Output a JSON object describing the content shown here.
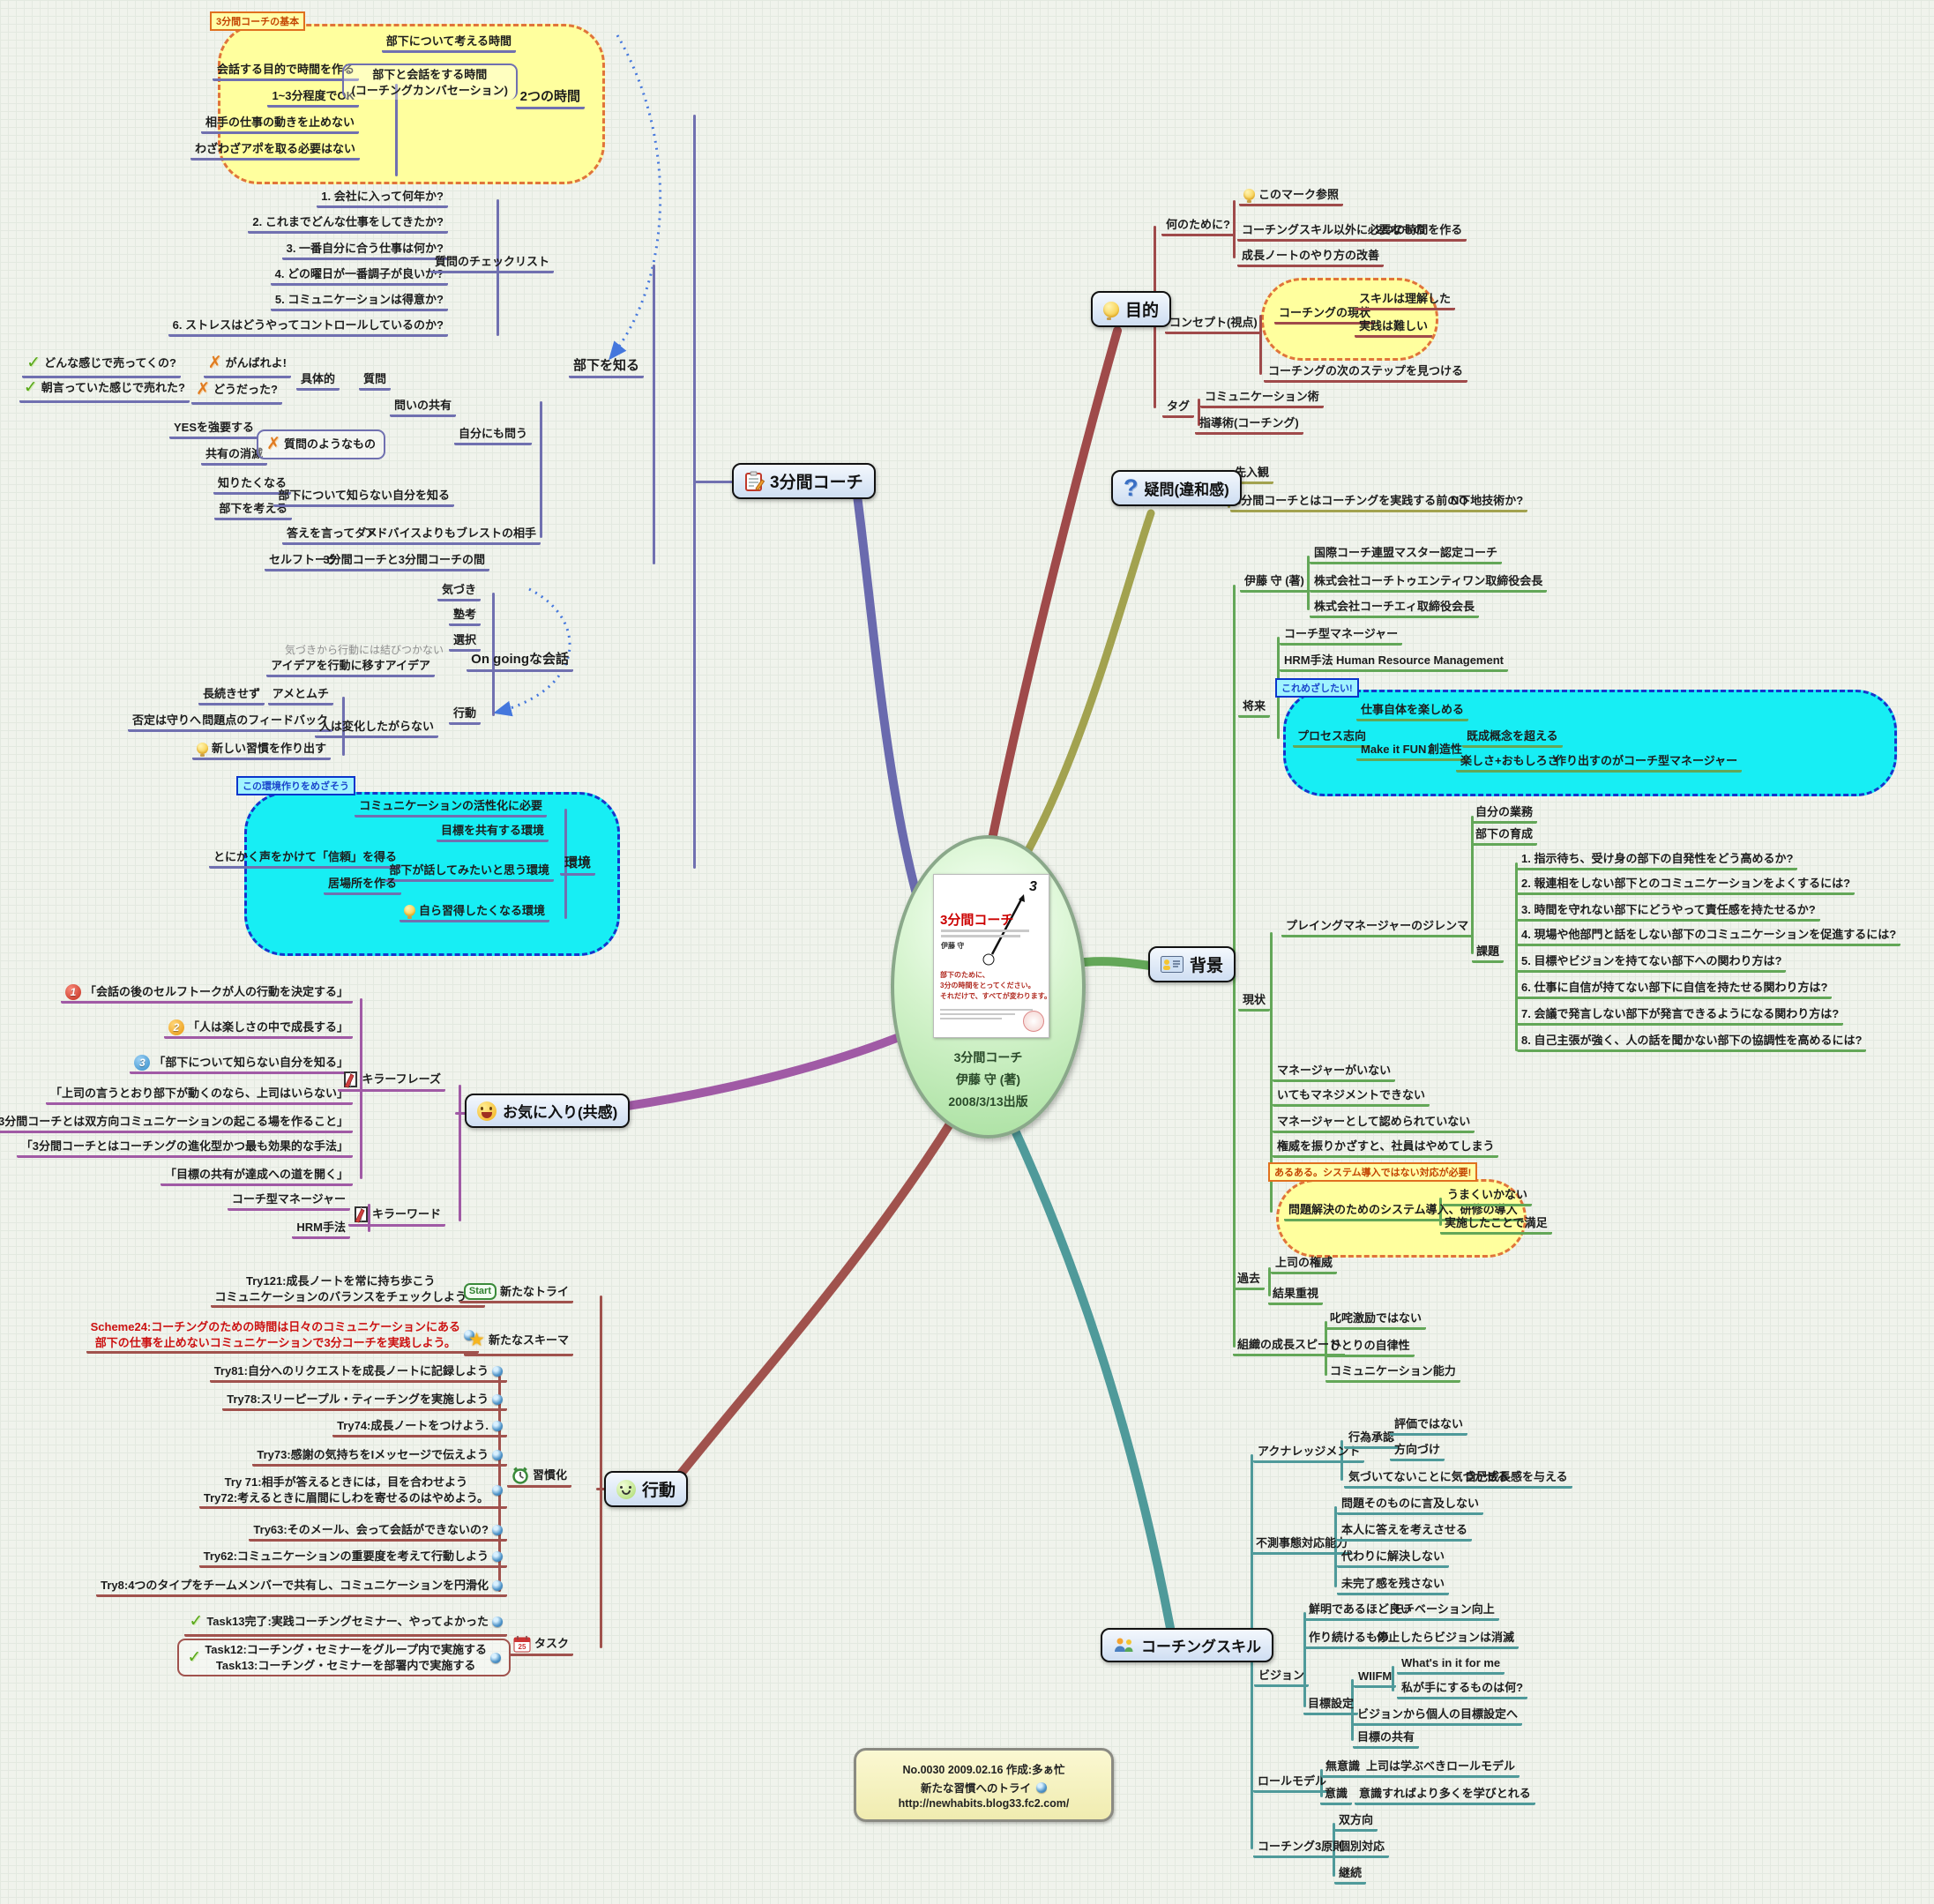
{
  "center": {
    "book": {
      "title": "3分間コーチ",
      "author": "伊藤 守",
      "copy": "部下のために、\n3分の時間をとってください。\nそれだけで、すべてが変わります。",
      "dial": "3"
    },
    "caption": [
      "3分間コーチ",
      "伊藤 守 (著)",
      "2008/3/13出版"
    ]
  },
  "c3": {
    "label": "3分間コーチ",
    "basics_tag": "3分間コーチの基本",
    "think_time": "部下について考える時間",
    "make_time": "会話する目的で時間を作る",
    "ok13": "1~3分程度でOK",
    "dont_stop": "相手の仕事の動きを止めない",
    "no_appo": "わざわざアポを取る必要はない",
    "talk_time": "部下と会話をする時間\n(コーチングカンバセーション)",
    "two_times": "2つの時間",
    "checklist": [
      "1. 会社に入って何年か?",
      "2. これまでどんな仕事をしてきたか?",
      "3. 一番自分に合う仕事は何か?",
      "4. どの曜日が一番調子が良いか?",
      "5. コミュニケーションは得意か?",
      "6. ストレスはどうやってコントロールしているのか?"
    ],
    "checklist_label": "質問のチェックリスト",
    "know_sub": "部下を知る",
    "good1": "どんな感じで売ってくの?",
    "bad1": "がんばれよ!",
    "good2": "朝言っていた感じで売れた?",
    "bad2": "どうだった?",
    "concrete": "具体的",
    "question": "質問",
    "share_q": "問いの共有",
    "ask_self": "自分にも問う",
    "force_yes": "YESを強要する",
    "lose_share": "共有の消滅",
    "like_q": "質問のようなもの",
    "want_know": "知りたくなる",
    "think_sub": "部下を考える",
    "know_self": "部下について知らない自分を知る",
    "no_answer": "答えを言ってダメ",
    "brainstorm": "アドバイスよりもブレストの相手",
    "selftalk": "セルフトーク",
    "between": "3分間コーチと3分間コーチの間",
    "aware": "気づき",
    "ponder": "塾考",
    "choice": "選択",
    "no_action": "気づきから行動には結びつかない",
    "idea": "アイデアを行動に移すアイデア",
    "ongoing": "On goingな会話",
    "not_last": "長続きせず",
    "carrot": "アメとムチ",
    "defense": "否定は守りへ",
    "feedback": "問題点のフィードバック",
    "new_habit": "新しい習慣を作り出す",
    "no_change": "人は変化したがらない",
    "action": "行動",
    "env_tag": "この環境作りをめざそう",
    "env_active": "コミュニケーションの活性化に必要",
    "env_goal": "目標を共有する環境",
    "env_trust": "とにかく声をかけて「信頼」を得る",
    "env_talk": "部下が話してみたいと思う環境",
    "env_place": "居場所を作る",
    "env_self": "自ら習得したくなる環境",
    "env": "環境"
  },
  "mk": {
    "label": "目的",
    "mark": "このマーク参照",
    "why": "何のために?",
    "other_skill": "コーチングスキル以外に必要なもの",
    "make_two": "2つの時間を作る",
    "note_improve": "成長ノートのやり方の改善",
    "concept": "コンセプト(視点)",
    "current": "コーチングの現状",
    "skill_ok": "スキルは理解した",
    "practice_hard": "実践は難しい",
    "next_step": "コーチングの次のステップを見つける",
    "tag": "タグ",
    "tag1": "コミュニケーション術",
    "tag2": "指導術(コーチング)"
  },
  "gm": {
    "label": "疑問(違和感)",
    "prejudice": "先入観",
    "q": "3分間コーチとはコーチングを実践する前の下地技術か?",
    "no": "NO"
  },
  "hk": {
    "label": "背景",
    "author": "伊藤 守 (著)",
    "a1": "国際コーチ連盟マスター認定コーチ",
    "a2": "株式会社コーチトゥエンティワン取締役会長",
    "a3": "株式会社コーチエィ取締役会長",
    "future": "将来",
    "coach_mgr": "コーチ型マネージャー",
    "hrm": "HRM手法",
    "hrm_full": "Human Resource Management",
    "aim_tag": "これめざしたい!",
    "process": "プロセス志向",
    "enjoy": "仕事自体を楽しめる",
    "fun": "Make it FUN",
    "creative": "創造性",
    "beyond": "既成概念を超える",
    "fun2": "楽しさ+おもしろさ",
    "create_mgr": "作り出すのがコーチ型マネージャー",
    "now": "現状",
    "dilemma": "プレイングマネージャーのジレンマ",
    "own": "自分の業務",
    "grow": "部下の育成",
    "kadai": "課題",
    "issues": [
      "1. 指示待ち、受け身の部下の自発性をどう高めるか?",
      "2. 報連相をしない部下とのコミュニケーションをよくするには?",
      "3. 時間を守れない部下にどうやって責任感を持たせるか?",
      "4. 現場や他部門と話をしない部下のコミュニケーションを促進するには?",
      "5. 目標やビジョンを持てない部下への関わり方は?",
      "6. 仕事に自信が持てない部下に自信を持たせる関わり方は?",
      "7. 会議で発言しない部下が発言できるようになる関わり方は?",
      "8. 自己主張が強く、人の話を聞かない部下の協調性を高めるには?"
    ],
    "no_mgr": "マネージャーがいない",
    "cant": "いてもマネジメントできない",
    "not_admit": "マネージャーとして認められていない",
    "quit": "権威を振りかざすと、社員はやめてしまう",
    "aruaru_tag": "あるある。システム導入ではない対応が必要!",
    "sys": "問題解決のためのシステム導入、研修の導入",
    "fail": "うまくいかない",
    "satisfied": "実施したことで満足",
    "past": "過去",
    "authority": "上司の権威",
    "result": "結果重視",
    "speed": "組織の成長スピード",
    "scold": "叱咤激励ではない",
    "autonomy": "ひとりの自律性",
    "comm": "コミュニケーション能力"
  },
  "sk": {
    "label": "コーチングスキル",
    "ack": "アクナレッジメント",
    "act_ok": "行為承認",
    "not_eval": "評価ではない",
    "direction": "方向づけ",
    "notice": "気づいてないことに気づかせる",
    "growth": "自己成長感を与える",
    "unexpected": "不測事態対応能力",
    "no_mention": "問題そのものに言及しない",
    "let_think": "本人に答えを考えさせる",
    "no_solve": "代わりに解決しない",
    "no_unfinished": "未完了感を残さない",
    "vision": "ビジョン",
    "vivid": "鮮明であるほど良い",
    "motivation": "モチベーション向上",
    "keep": "作り続けるもの",
    "vanish": "停止したらビジョンは消滅",
    "goal": "目標設定",
    "wiifm": "WIIFM",
    "wiifm_full": "What's in it for me",
    "what_get": "私が手にするものは何?",
    "v2g": "ビジョンから個人の目標設定へ",
    "share_goal": "目標の共有",
    "role": "ロールモデル",
    "uncon": "無意識",
    "boss_model": "上司は学ぶべきロールモデル",
    "con": "意識",
    "learn_more": "意識すればより多くを学びとれる",
    "three": "コーチング3原則",
    "two_way": "双方向",
    "individual": "個別対応",
    "continuous": "継続"
  },
  "ok": {
    "label": "お気に入り(共感)",
    "badges": [
      "1",
      "2",
      "3"
    ],
    "phrase": "キラーフレーズ",
    "p": [
      "「会話の後のセルフトークが人の行動を決定する」",
      "「人は楽しさの中で成長する」",
      "「部下について知らない自分を知る」",
      "「上司の言うとおり部下が動くのなら、上司はいらない」",
      "「3分間コーチとは双方向コミュニケーションの起こる場を作ること」",
      "「3分間コーチとはコーチングの進化型かつ最も効果的な手法」",
      "「目標の共有が達成への道を開く」"
    ],
    "word": "キラーワード",
    "w": [
      "コーチ型マネージャー",
      "HRM手法"
    ]
  },
  "kd": {
    "label": "行動",
    "try_new": "新たなトライ",
    "start": "Start",
    "try121": "Try121:成長ノートを常に持ち歩こう\nコミュニケーションのバランスをチェックしよう",
    "schema": "新たなスキーマ",
    "scheme24": "Scheme24:コーチングのための時間は日々のコミュニケーションにある\n部下の仕事を止めないコミュニケーションで3分コーチを実践しよう。",
    "habit": "習慣化",
    "tries": [
      "Try81:自分へのリクエストを成長ノートに記録しよう",
      "Try78:スリーピープル・ティーチングを実施しよう",
      "Try74:成長ノートをつけよう.",
      "Try73:感謝の気持ちをIメッセージで伝えよう",
      "Try 71:相手が答えるときには，目を合わせよう\nTry72:考えるときに眉間にしわを寄せるのはやめよう。",
      "Try63:そのメール、会って会話ができないの?",
      "Try62:コミュニケーションの重要度を考えて行動しよう",
      "Try8:4つのタイプをチームメンバーで共有し、コミュニケーションを円滑化"
    ],
    "task": "タスク",
    "cal_day": "25",
    "task13done": "Task13完了:実践コーチングセミナー、やってよかった",
    "task12_13": "Task12:コーチング・セミナーをグループ内で実施する\nTask13:コーチング・セミナーを部署内で実施する"
  },
  "note": {
    "l1": "No.0030   2009.02.16   作成:多ぁ忙",
    "l2": "新たな習慣へのトライ",
    "l3": "http://newhabits.blog33.fc2.com/"
  }
}
